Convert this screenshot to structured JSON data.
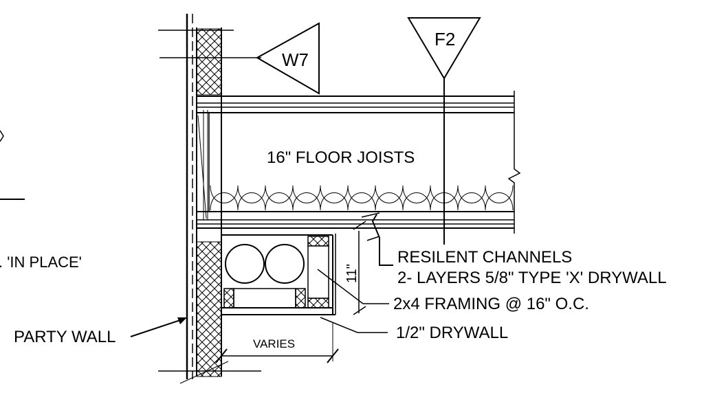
{
  "tags": {
    "wall_tag": "W7",
    "floor_tag": "F2"
  },
  "labels": {
    "floor_joists": "16\" FLOOR JOISTS",
    "in_place": ". 'IN PLACE'",
    "resilient_channels": "RESILENT CHANNELS",
    "drywall_layers": "2- LAYERS 5/8\" TYPE 'X' DRYWALL",
    "framing": "2x4 FRAMING @ 16\" O.C.",
    "half_drywall": "1/2\" DRYWALL",
    "party_wall": "PARTY WALL",
    "varies": "VARIES",
    "height_dim": "11\""
  }
}
